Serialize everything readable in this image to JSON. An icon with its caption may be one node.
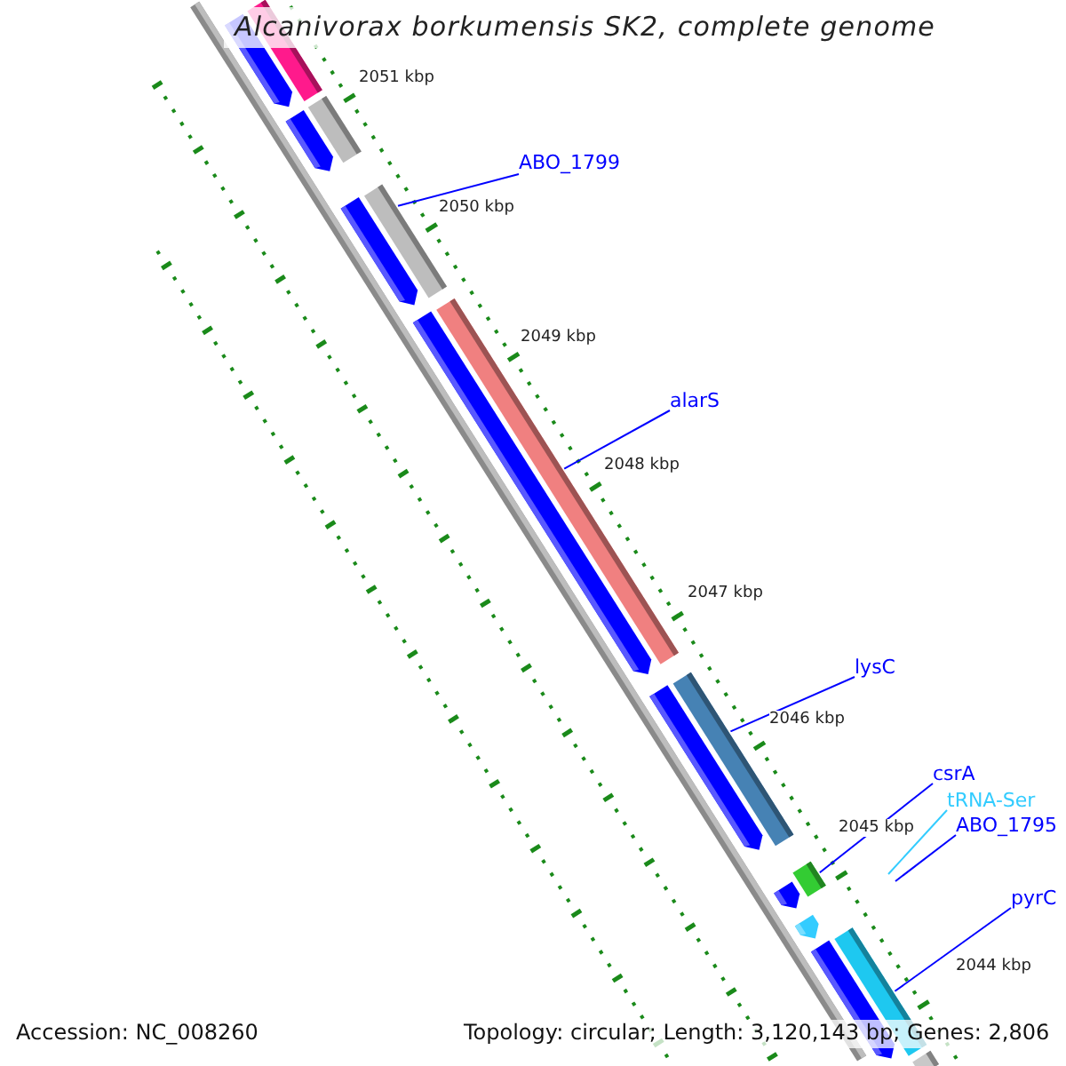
{
  "diagram": {
    "title": "Alcanivorax borkumensis SK2, complete genome",
    "nodes": [
      {
        "text": [
          "ABO_1799"
        ]
      },
      {
        "text": [
          "alarS"
        ]
      },
      {
        "text": [
          "lysC"
        ]
      },
      {
        "text": [
          "csrA"
        ]
      },
      {
        "text": [
          "tRNA-Ser"
        ]
      },
      {
        "text": [
          "ABO_1795"
        ]
      },
      {
        "text": [
          "pyrC"
        ]
      },
      {
        "text": [],
        "shape": "bar"
      },
      {
        "text": [],
        "shape": "pentagon"
      },
      {
        "text": [],
        "shape": "bar"
      },
      {
        "text": [],
        "shape": "pentagon"
      },
      {
        "text": [],
        "shape": "bar"
      },
      {
        "text": [],
        "shape": "pentagon"
      },
      {
        "text": [],
        "shape": "bar"
      },
      {
        "text": [],
        "shape": "pentagon"
      },
      {
        "text": [],
        "shape": "bar"
      },
      {
        "text": [],
        "shape": "pentagon"
      },
      {
        "text": [],
        "shape": "bar"
      },
      {
        "text": [],
        "shape": "pentagon"
      },
      {
        "text": [],
        "shape": "pentagon"
      },
      {
        "text": [],
        "shape": "bar"
      },
      {
        "text": [],
        "shape": "pentagon"
      },
      {
        "text": [],
        "shape": "bar"
      }
    ],
    "edges": [
      {
        "from": 0,
        "to": 11,
        "arrow": "none"
      },
      {
        "from": 1,
        "to": 13,
        "arrow": "none"
      },
      {
        "from": 2,
        "to": 15,
        "arrow": "none"
      },
      {
        "from": 3,
        "to": 17,
        "arrow": "none"
      },
      {
        "from": 4,
        "to": null,
        "arrow": "none",
        "color": "#33ccff"
      },
      {
        "from": 5,
        "to": null,
        "arrow": "none"
      },
      {
        "from": 6,
        "to": 20,
        "arrow": "none"
      }
    ],
    "labels": [
      "2051 kbp",
      "2050 kbp",
      "2049 kbp",
      "2048 kbp",
      "2047 kbp",
      "2046 kbp",
      "2045 kbp",
      "2044 kbp",
      "Accession: NC_008260",
      "Topology: circular; Length: 3,120,143 bp; Genes: 2,806"
    ]
  }
}
